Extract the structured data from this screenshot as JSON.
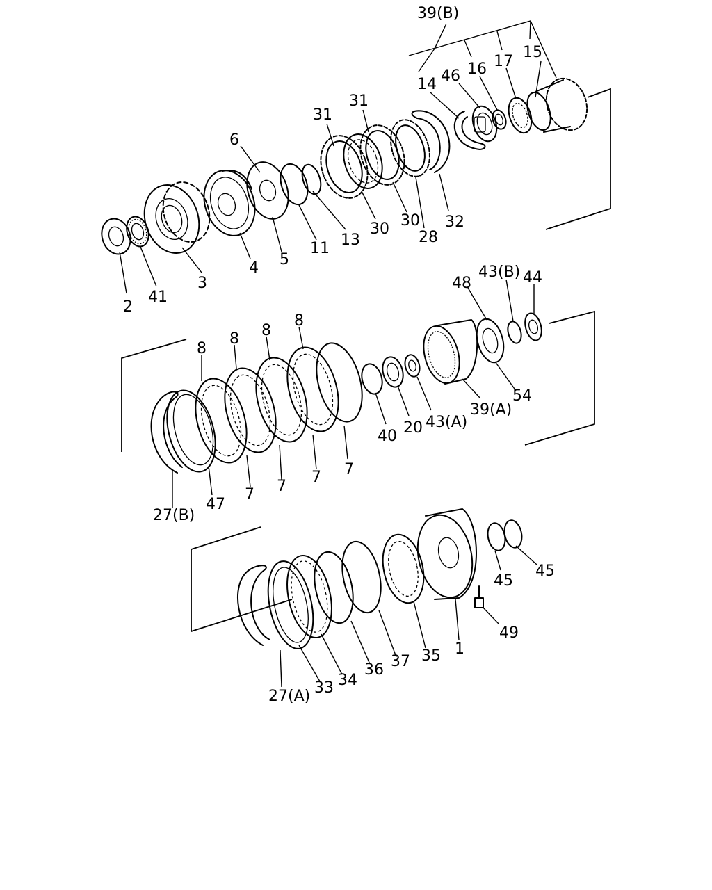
{
  "diagram": {
    "labels": [
      {
        "id": "p39b",
        "text": "39(B)"
      },
      {
        "id": "p15",
        "text": "15"
      },
      {
        "id": "p17",
        "text": "17"
      },
      {
        "id": "p16",
        "text": "16"
      },
      {
        "id": "p46",
        "text": "46"
      },
      {
        "id": "p14",
        "text": "14"
      },
      {
        "id": "p31a",
        "text": "31"
      },
      {
        "id": "p31b",
        "text": "31"
      },
      {
        "id": "p6",
        "text": "6"
      },
      {
        "id": "p30a",
        "text": "30"
      },
      {
        "id": "p30b",
        "text": "30"
      },
      {
        "id": "p32",
        "text": "32"
      },
      {
        "id": "p28",
        "text": "28"
      },
      {
        "id": "p13",
        "text": "13"
      },
      {
        "id": "p11",
        "text": "11"
      },
      {
        "id": "p5",
        "text": "5"
      },
      {
        "id": "p4",
        "text": "4"
      },
      {
        "id": "p3",
        "text": "3"
      },
      {
        "id": "p41",
        "text": "41"
      },
      {
        "id": "p2",
        "text": "2"
      },
      {
        "id": "p44",
        "text": "44"
      },
      {
        "id": "p43b",
        "text": "43(B)"
      },
      {
        "id": "p48",
        "text": "48"
      },
      {
        "id": "p8a",
        "text": "8"
      },
      {
        "id": "p8b",
        "text": "8"
      },
      {
        "id": "p8c",
        "text": "8"
      },
      {
        "id": "p8d",
        "text": "8"
      },
      {
        "id": "p54",
        "text": "54"
      },
      {
        "id": "p39a",
        "text": "39(A)"
      },
      {
        "id": "p43a",
        "text": "43(A)"
      },
      {
        "id": "p20",
        "text": "20"
      },
      {
        "id": "p40",
        "text": "40"
      },
      {
        "id": "p7a",
        "text": "7"
      },
      {
        "id": "p7b",
        "text": "7"
      },
      {
        "id": "p7c",
        "text": "7"
      },
      {
        "id": "p7d",
        "text": "7"
      },
      {
        "id": "p47",
        "text": "47"
      },
      {
        "id": "p27b",
        "text": "27(B)"
      },
      {
        "id": "p45a",
        "text": "45"
      },
      {
        "id": "p45b",
        "text": "45"
      },
      {
        "id": "p49",
        "text": "49"
      },
      {
        "id": "p1",
        "text": "1"
      },
      {
        "id": "p35",
        "text": "35"
      },
      {
        "id": "p37",
        "text": "37"
      },
      {
        "id": "p36",
        "text": "36"
      },
      {
        "id": "p34",
        "text": "34"
      },
      {
        "id": "p33",
        "text": "33"
      },
      {
        "id": "p27a",
        "text": "27(A)"
      }
    ]
  }
}
